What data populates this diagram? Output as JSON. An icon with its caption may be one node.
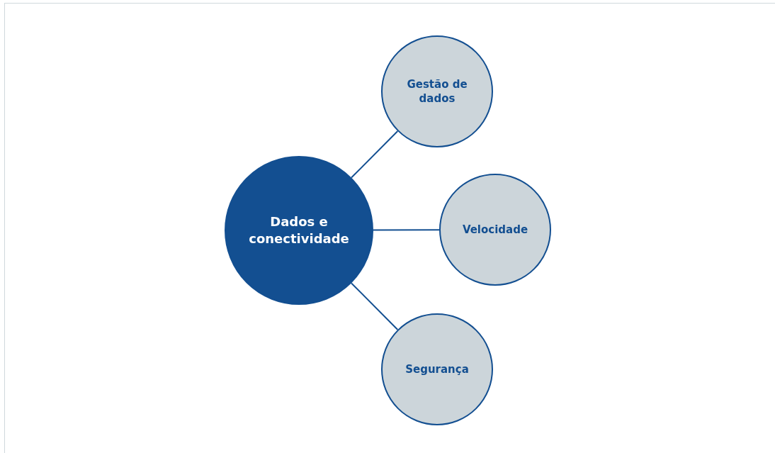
{
  "diagram": {
    "nodes": [
      {
        "text": [
          "Dados e conectividade"
        ]
      },
      {
        "text": [
          "Gestão de dados"
        ]
      },
      {
        "text": [
          "Velocidade"
        ]
      },
      {
        "text": [
          "Segurança"
        ]
      }
    ],
    "edges": [
      {
        "from": 0,
        "to": 1,
        "arrow": "none"
      },
      {
        "from": 0,
        "to": 2,
        "arrow": "none"
      },
      {
        "from": 0,
        "to": 3,
        "arrow": "none"
      }
    ]
  }
}
